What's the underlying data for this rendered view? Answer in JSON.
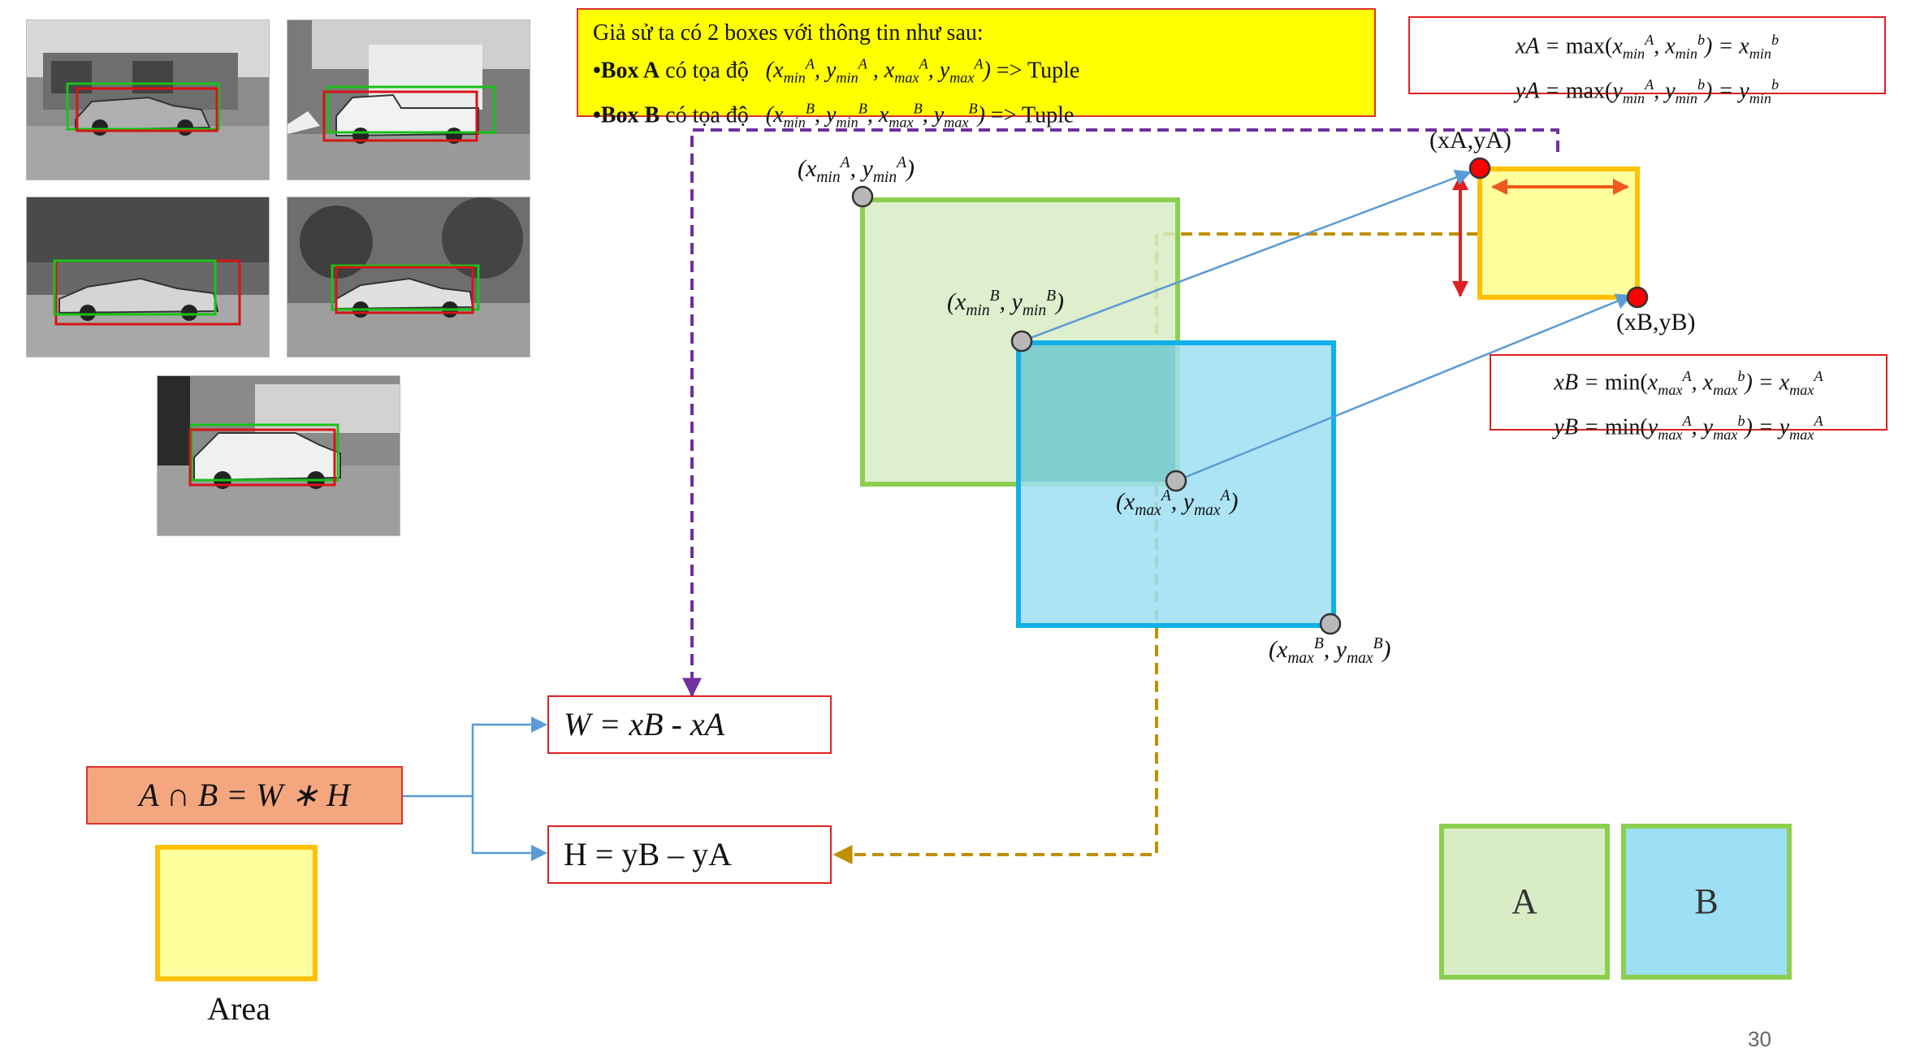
{
  "info": {
    "line1": "Giả sử ta có 2 boxes với thông tin như sau:",
    "box_a_name": "•Box A",
    "box_a_coord_label": "có tọa độ",
    "box_a_tuple": "(xᴬ min, yᴬ min , xᴬ max, yᴬ max)",
    "box_b_name": "•Box B",
    "box_b_coord_label": "có tọa độ",
    "box_b_tuple": "(xᴮ min, yᴮ min, xᴮ max, yᴮ max)",
    "tuple_suffix": "=> Tuple"
  },
  "xa_ya_formula": {
    "line1_lhs": "xA = max(",
    "line2_lhs": "yA = max("
  },
  "xb_yb_formula": {
    "line1_lhs": "xB = min(",
    "line2_lhs": "yB = min("
  },
  "points": {
    "a_min": "A min",
    "b_min": "B min",
    "a_max": "A max",
    "b_max": "B max",
    "xa_ya": "(xA,yA)",
    "xb_yb": "(xB,yB)"
  },
  "formulas": {
    "width": "W =  xB - xA",
    "height": "H = yB – yA",
    "intersection": "A ∩ B = W ∗ H"
  },
  "area_label": "Area",
  "legend": {
    "a": "A",
    "b": "B"
  },
  "page_number": "30",
  "colors": {
    "box_a_fill": "#d8ecc6",
    "box_a_border": "#8ccf50",
    "box_b_fill": "#9ddff5",
    "box_b_border": "#10b0e8",
    "intersect_fill": "#ffff9e",
    "intersect_border": "#ffc000",
    "purple_dash": "#7030a0",
    "gold_dash": "#bf9000",
    "arrow_blue": "#5b9bd5",
    "point_red": "#ff0000",
    "point_grey": "#b8b8b8"
  }
}
